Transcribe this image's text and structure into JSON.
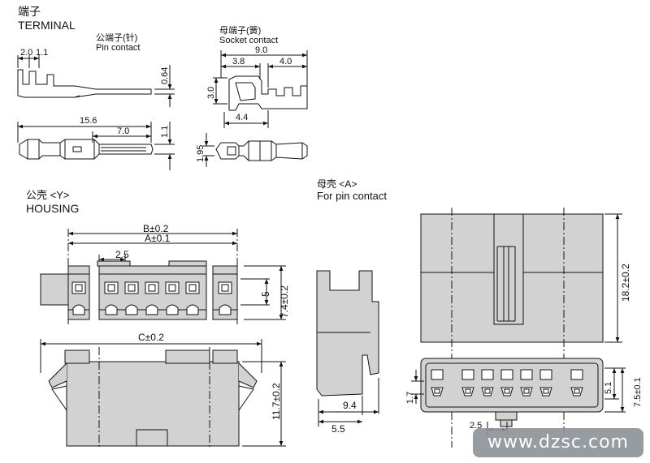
{
  "sections": {
    "terminal_cn": "端子",
    "terminal_en": "TERMINAL",
    "pin_contact_cn": "公端子(针)",
    "pin_contact_en": "Pin contact",
    "socket_contact_cn": "母端子(簧)",
    "socket_contact_en": "Socket contact",
    "housing_y_cn": "公壳 <Y>",
    "housing_en": "HOUSING",
    "housing_a_cn": "母壳 <A>",
    "housing_a_en": "For pin contact"
  },
  "dimensions": {
    "pin_2_0": "2.0",
    "pin_1_1": "1.1",
    "pin_0_64": "0.64",
    "pin_15_6": "15.6",
    "pin_7_0": "7.0",
    "pin_1_1_side": "1.1",
    "sock_9_0": "9.0",
    "sock_3_8": "3.8",
    "sock_4_0": "4.0",
    "sock_3_0": "3.0",
    "sock_4_4": "4.4",
    "sock_1_95": "1.95",
    "hy_b": "B±0.2",
    "hy_a": "A±0.1",
    "hy_2_5": "2.5",
    "hy_5": "5",
    "hy_7_4": "7.4±0.2",
    "hy_c": "C±0.2",
    "hy_11_7": "11.7±0.2",
    "ha_9_4": "9.4",
    "ha_5_5": "5.5",
    "ha_18_2": "18.2±0.2",
    "ha_1_7": "1.7",
    "ha_5_1": "5.1",
    "ha_7_5": "7.5±0.1",
    "ha_2_5": "2.5"
  },
  "watermark": "www.dzsc.com",
  "colors": {
    "housing_fill": "#d2d2d2",
    "line": "#111111",
    "watermark_bg": "#8f949a"
  }
}
